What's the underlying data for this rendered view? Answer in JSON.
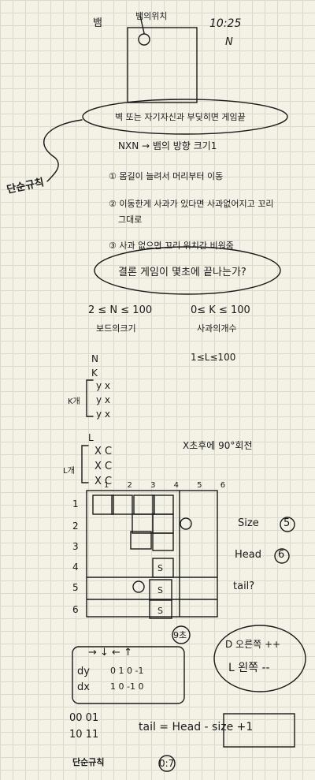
{
  "sketch": {
    "snake_label": "뱀",
    "apple_pos_label": "뱀의위치",
    "time_label": "10:25",
    "dir_label": "N"
  },
  "notes": {
    "gameover_rule": "벽 또는 자기자신과 부딪히면 게임끝",
    "board_line": "NXN → 뱀의 방향 크기1",
    "rules_tag": "단순규칙",
    "rule1": "① 몸길이 늘려서 머리부터 이동",
    "rule2a": "② 이동한게 사과가 있다면 사과없어지고 꼬리",
    "rule2b": "그대로",
    "rule3": "③ 사과 없으면 꼬리 위치간 비워줌",
    "question": "결론 게임이 몇초에 끝나는가?"
  },
  "constraints": {
    "n_range": "2 ≤ N ≤ 100",
    "n_caption": "보드의크기",
    "k_range": "0≤ K ≤ 100",
    "k_caption": "사과의개수",
    "l_range": "1≤L≤100"
  },
  "input_sketch": {
    "n": "N",
    "k": "K",
    "k_side": "K개",
    "rows_k": [
      "y x",
      "y x",
      "y x"
    ],
    "l": "L",
    "l_side": "L개",
    "rows_l": [
      "X C",
      "X C",
      "X C"
    ],
    "note": "X초후에 90°회전"
  },
  "board": {
    "col_header": "1 2 3 4 5 6",
    "rows": [
      "1",
      "2",
      "3",
      "4",
      "5",
      "6"
    ],
    "size_label": "Size",
    "size_val": "5",
    "head_label": "Head",
    "head_val": "6",
    "tail_label": "tail?",
    "s_mark": "S",
    "time_note": "9초"
  },
  "direction": {
    "arrows": "→ ↓ ← ↑",
    "dy_label": "dy",
    "dx_label": "dx",
    "dy_vals": "0 1 0 -1",
    "dx_vals": "1 0 -1 0",
    "d_right": "D 오른쪽 ++",
    "l_left": "L 왼쪽 --"
  },
  "formula": {
    "grid_a": "00 01",
    "grid_b": "10 11",
    "tail_expr": "tail = Head - size +1",
    "footer_tag": "단순규칙",
    "footer_val": "0:7"
  }
}
